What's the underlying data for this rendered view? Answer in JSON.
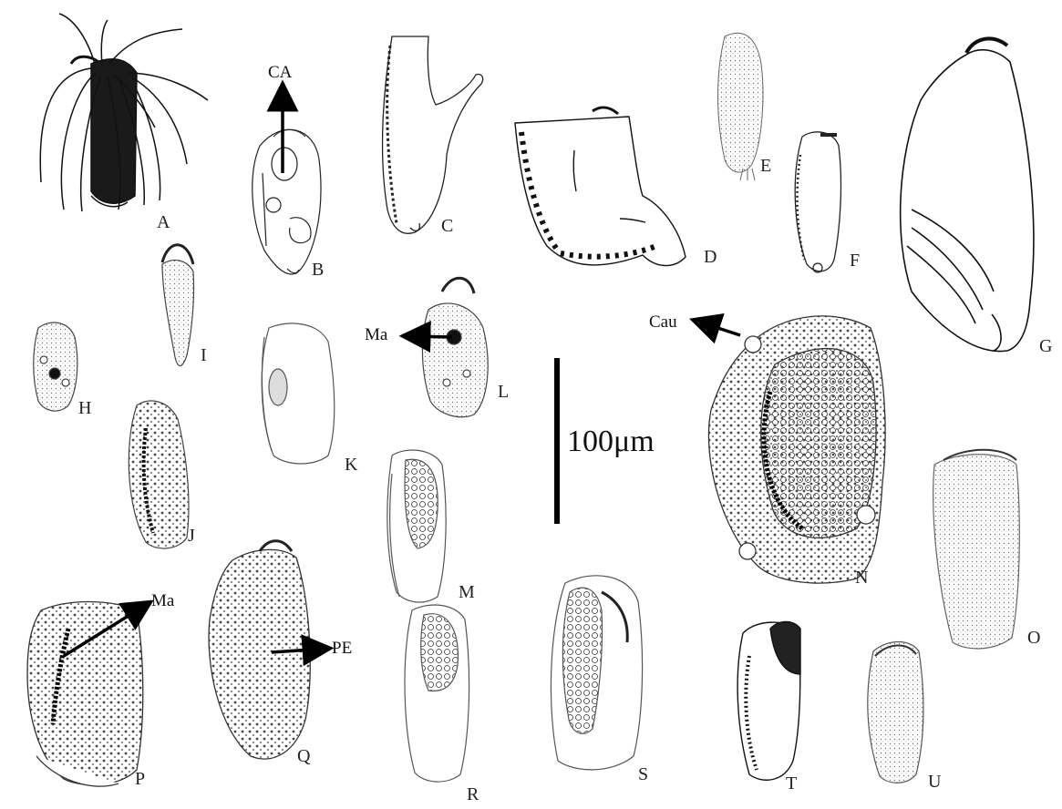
{
  "figure": {
    "panel_labels": [
      "A",
      "B",
      "C",
      "D",
      "E",
      "F",
      "G",
      "H",
      "I",
      "J",
      "K",
      "L",
      "M",
      "N",
      "O",
      "P",
      "Q",
      "R",
      "S",
      "T",
      "U"
    ],
    "annotations": {
      "ca": "CA",
      "ma_l": "Ma",
      "cau": "Cau",
      "ma_p": "Ma",
      "pe": "PE"
    },
    "scale_bar": {
      "label": "100μm"
    }
  }
}
